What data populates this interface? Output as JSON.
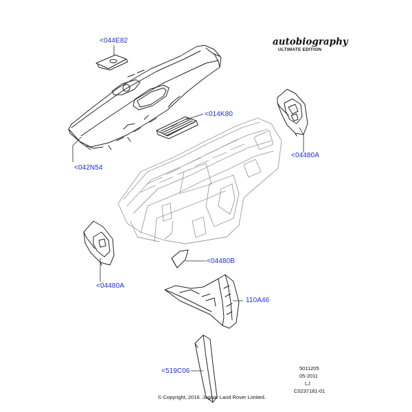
{
  "brand": {
    "logo_text": "autobiography",
    "edition_text": "ULTIMATE EDITION"
  },
  "callouts": {
    "c044E82": "<044E82",
    "c014K80": "<014K80",
    "c042N54": "<042N54",
    "c04480A_right": "<04480A",
    "c04480A_left": "<04480A",
    "c04480B": "<04480B",
    "c110A46": "110A46",
    "c519C06": "<519C06"
  },
  "footer": {
    "part_number": "5011205",
    "date": "05-2011",
    "code": "LJ",
    "reference": "C0237181-01",
    "copyright": "© Copyright, 2016. Jaguar Land Rover Limited."
  },
  "colors": {
    "callout_text": "#1a2fd6",
    "line_art": "#222222",
    "ghost_art": "#9a9a9a"
  }
}
